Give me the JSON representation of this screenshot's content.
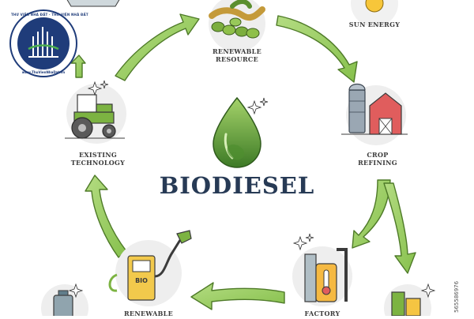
{
  "title": "BIODIESEL",
  "stages": [
    {
      "id": "renewable",
      "label": "RENEWABLE\nRESOURCE",
      "icon": "soybean-icon"
    },
    {
      "id": "sun",
      "label": "SUN ENERGY",
      "icon": "sun-icon"
    },
    {
      "id": "crop",
      "label": "CROP\nREFINING",
      "icon": "barn-silo-icon"
    },
    {
      "id": "factory",
      "label": "FACTORY",
      "icon": "factory-icon"
    },
    {
      "id": "pump",
      "label": "RENEWABLE",
      "icon": "fuel-pump-icon"
    },
    {
      "id": "tractor",
      "label": "EXISTING\nTECHNOLOGY",
      "icon": "tractor-icon"
    }
  ],
  "watermark": {
    "top_text": "THƯ VIỆN NHÀ ĐẤT · THƯ VIỆN NHÀ ĐẤT",
    "bottom_text": "www.ThuVienNhaDat.vn"
  },
  "stock_id": "565586976",
  "colors": {
    "arrow_fill": "#9ccc65",
    "arrow_stroke": "#4e7a28",
    "drop_top": "#8bc34a",
    "drop_bottom": "#33691e",
    "title": "#273a55",
    "badge": "#1f3c7a"
  }
}
